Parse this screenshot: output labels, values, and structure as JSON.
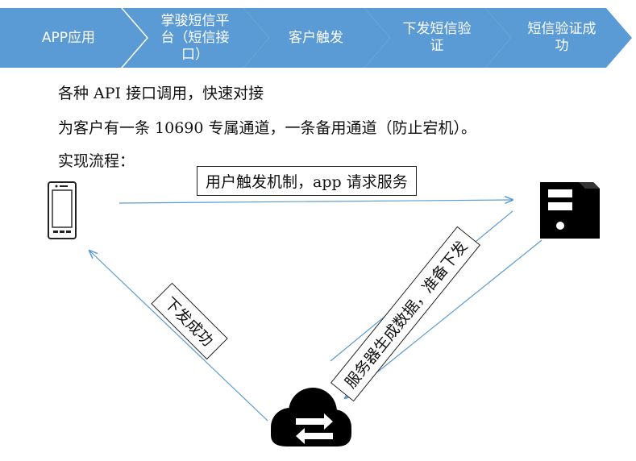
{
  "steps": [
    {
      "label": "APP应用"
    },
    {
      "label": "掌骏短信平\n台（短信接\n口）"
    },
    {
      "label": "客户触发"
    },
    {
      "label": "下发短信验\n证"
    },
    {
      "label": "短信验证成\n功"
    }
  ],
  "lines": {
    "line1": "各种 API 接口调用，快速对接",
    "line2": "为客户有一条 10690 专属通道，一条备用通道（防止宕机）。",
    "line3": "实现流程："
  },
  "flow": {
    "label_top": "用户触发机制，app 请求服务",
    "label_right": "服务器生成数据，准备下发",
    "label_left": "下发成功"
  },
  "icons": {
    "phone": "phone-icon",
    "server": "server-icon",
    "cloud": "cloud-exchange-icon"
  },
  "colors": {
    "chevron": "#5b9bd5",
    "arrow": "#5b9bd5"
  }
}
